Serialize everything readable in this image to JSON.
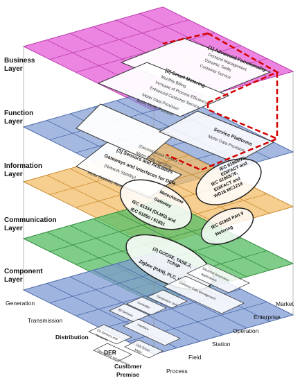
{
  "layers": [
    {
      "id": "business",
      "label": "Business\nLayer",
      "color": "#e65bd7"
    },
    {
      "id": "function",
      "label": "Function\nLayer",
      "color": "#7f9bd3"
    },
    {
      "id": "information",
      "label": "Information\nLayer",
      "color": "#f3bd6a"
    },
    {
      "id": "communication",
      "label": "Communication\nLayer",
      "color": "#5fc06a"
    },
    {
      "id": "component",
      "label": "Component\nLayer",
      "color": "#7f9bd3"
    }
  ],
  "domains": [
    "Generation",
    "Transmission",
    "Distribution",
    "DER",
    "Customer\nPremise"
  ],
  "zones": [
    "Process",
    "Field",
    "Station",
    "Operation",
    "Enterprise",
    "Market"
  ],
  "boxes": {
    "advanced_functionality": {
      "title": "[1] Advanced Functionality",
      "lines": [
        "Demand Management",
        "Dynamic Tariffs",
        "Customer Service"
      ]
    },
    "smart_metering": {
      "title": "[2] Smart Metering",
      "lines": [
        "Monthly Billing",
        "Increase of Process Efficiency",
        "Enhanced Customer Service",
        "Meter Data Provision",
        "Basic Meter Function"
      ]
    },
    "service_platforms": {
      "title": "Service Platforms",
      "lines": [
        "Meter Data Provision"
      ]
    },
    "function_items": [
      "(Decentralized Control ...)",
      "Meter Data Handling"
    ],
    "sensors": {
      "title": "[3] Sensors and Actuators",
      "title2": "Gateways and Interfaces for DER",
      "lines": [
        "(Network Stability)",
        "Meter (Mobile) Operation and Maintenance"
      ]
    }
  },
  "ellipses": {
    "iec_top": [
      "IEC 61968/70,",
      "EDIFACT and",
      "IEC 61968/70,",
      "EDIFACT and",
      "WG16 MC1219"
    ],
    "iec_middle": [
      "Meter/Home",
      "Gateway",
      "IEC 61334 (DLMS) and",
      "IEC 61850 / 61851"
    ],
    "iec_right": [
      "IEC 61968 Part 9",
      "Metering"
    ],
    "comm_bottom": [
      "(2) GOOSE, TASE.2,",
      "TCP/IP",
      "Zigbee (HAN), PLC, KNX"
    ]
  },
  "component_boxes": [
    "Electrical Automation",
    "Applications",
    "Customer Data Management",
    "Generation Unit",
    "(8) Sensors",
    "Controller",
    "Interface",
    "Operational Infrastructure",
    "(9) Sensors and",
    "Networks",
    "(10) Smart",
    "Meter"
  ]
}
